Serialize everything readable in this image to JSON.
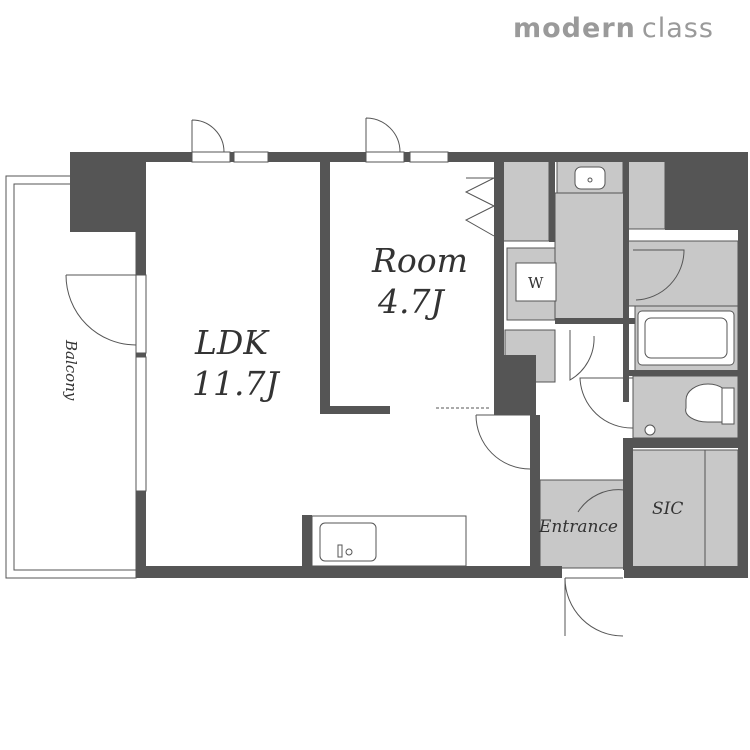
{
  "brand": {
    "part1": "modern",
    "part2": "class"
  },
  "rooms": {
    "ldk_name": "LDK",
    "ldk_size": "11.7J",
    "room_name": "Room",
    "room_size": "4.7J",
    "balcony": "Balcony",
    "entrance": "Entrance",
    "sic": "SIC",
    "washer": "W"
  },
  "colors": {
    "wall": "#555555",
    "fixture_fill": "#c8c8c8",
    "line": "#555555",
    "text": "#333333",
    "brand": "#9a9a9a"
  }
}
